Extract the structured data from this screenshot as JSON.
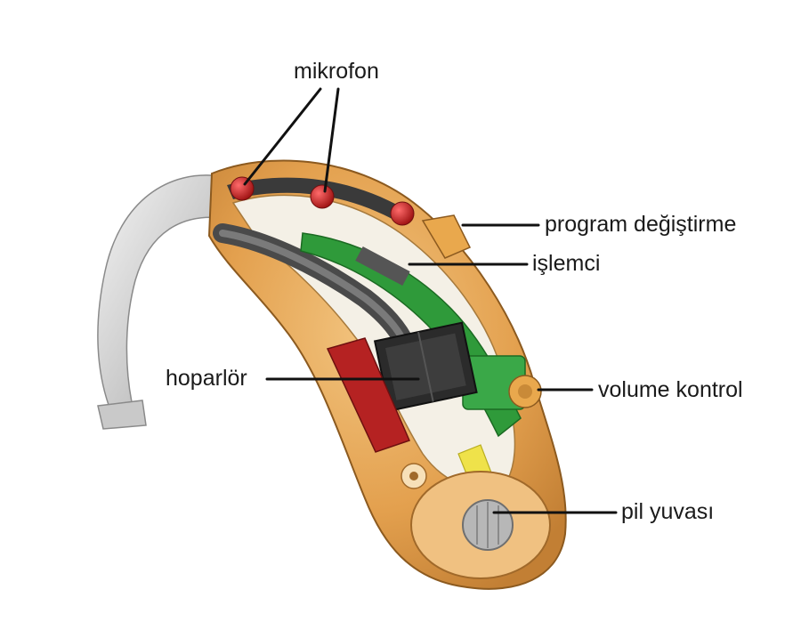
{
  "labels": {
    "mikrofon": "mikrofon",
    "program": "program değiştirme",
    "islemci": "işlemci",
    "hoparlor": "hoparlör",
    "volume": "volume kontrol",
    "pil": "pil yuvası"
  },
  "colors": {
    "shell": "#e3a04e",
    "shell_light": "#efbf7e",
    "shell_dark": "#b9772f",
    "earhook": "#d9d9d9",
    "microphone": "#c21a1a",
    "receiver": "#2b2b2b",
    "pcb": "#2f9a3a",
    "red_block": "#b52222",
    "yellow_strip": "#efe24a",
    "leader_line": "#111111"
  }
}
